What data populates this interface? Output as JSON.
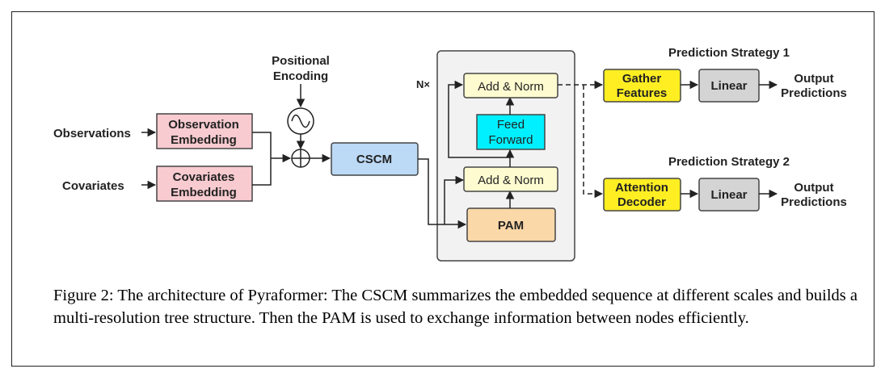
{
  "diagram": {
    "inputs": {
      "observations": "Observations",
      "covariates": "Covariates",
      "positional_encoding": [
        "Positional",
        "Encoding"
      ]
    },
    "blocks": {
      "observation_embedding": [
        "Observation",
        "Embedding"
      ],
      "covariates_embedding": [
        "Covariates",
        "Embedding"
      ],
      "cscm": "CSCM",
      "pam": "PAM",
      "add_norm_top": "Add & Norm",
      "add_norm_bottom": "Add & Norm",
      "feed_forward": [
        "Feed",
        "Forward"
      ],
      "repeat_marker": "N×"
    },
    "strategy1": {
      "title": "Prediction Strategy 1",
      "module": [
        "Gather",
        "Features"
      ],
      "linear": "Linear",
      "output": [
        "Output",
        "Predictions"
      ]
    },
    "strategy2": {
      "title": "Prediction Strategy 2",
      "module": [
        "Attention",
        "Decoder"
      ],
      "linear": "Linear",
      "output": [
        "Output",
        "Predictions"
      ]
    },
    "colors": {
      "embedding_fill": "#f8cbd0",
      "cscm_fill": "#bcd9f5",
      "pam_fill": "#fbd8a8",
      "addnorm_fill": "#fffbd0",
      "feedforward_fill": "#00f0ff",
      "strategy_fill": "#ffee22",
      "linear_fill": "#d4d4d4",
      "container_fill": "#f2f2f2"
    }
  },
  "caption": "Figure 2: The architecture of Pyraformer: The CSCM summarizes the embedded sequence at different scales and builds a multi-resolution tree structure. Then the PAM is used to exchange information between nodes efficiently."
}
